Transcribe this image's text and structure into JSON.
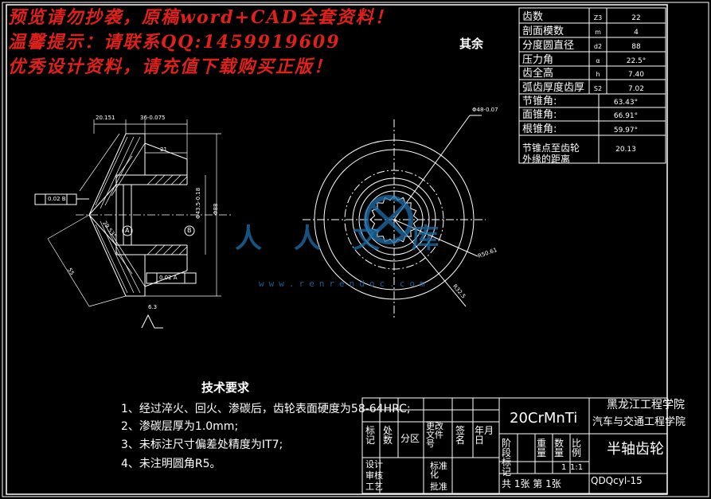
{
  "watermark": {
    "line1": "预览请勿抄袭，原稿word+CAD全套资料！",
    "line2": "温馨提示：请联系QQ:1459919609",
    "line3": "优秀设计资料，请充值下载购买正版！",
    "logo_text": "人人文库",
    "url": "www.renrendoc.com"
  },
  "surface_note": "其余",
  "params_table": [
    {
      "name": "齿数",
      "symbol": "Z3",
      "value": "22"
    },
    {
      "name": "剖面模数",
      "symbol": "m",
      "value": "4"
    },
    {
      "name": "分度圆直径",
      "symbol": "d2",
      "value": "88"
    },
    {
      "name": "压力角",
      "symbol": "α",
      "value": "22.5°"
    },
    {
      "name": "齿全高",
      "symbol": "h",
      "value": "7.40"
    },
    {
      "name": "弧齿厚度齿厚",
      "symbol": "S2",
      "value": "7.02"
    },
    {
      "name": "节锥角:",
      "symbol": "",
      "value": "63.43°"
    },
    {
      "name": "面锥角:",
      "symbol": "",
      "value": "66.91°"
    },
    {
      "name": "根锥角:",
      "symbol": "",
      "value": "59.97°"
    },
    {
      "name": "节锥点至齿轮外缘的距离",
      "symbol": "",
      "value": "20.13"
    }
  ],
  "dimensions": {
    "d1": "20.151",
    "d2": "36-0.075",
    "d3": "21",
    "d4": "Φ43.5-0.18",
    "d5": "Φ88",
    "d6": "Φ48-0.07",
    "d7": "R50.61",
    "d8": "R32.5",
    "tol1": "0.02 B",
    "tol2": "0.02 A",
    "datum_a": "A",
    "datum_b": "B",
    "angle": "29.53°",
    "len": "55",
    "rough": "6.3"
  },
  "tech_requirements": {
    "title": "技术要求",
    "items": [
      "1、经过淬火、回火、渗碳后，齿轮表面硬度为58-64HRC;",
      "2、渗碳层厚为1.0mm;",
      "3、未标注尺寸偏差处精度为IT7;",
      "4、未注明圆角R5。"
    ]
  },
  "title_block": {
    "material": "20CrMnTi",
    "school": "黑龙江工程学院",
    "dept": "汽车与交通工程学院",
    "part_name": "半轴齿轮",
    "drawing_no": "QDQcyl-15",
    "sheets": "共 1张 第 1张",
    "scale": "1:1",
    "count": "1",
    "h_biaoji": "标记",
    "h_chushu": "处数",
    "h_fenqu": "分区",
    "h_gengai": "更改文件号",
    "h_qianming": "签名",
    "h_nianyueri": "年月日",
    "h_sheji": "设计",
    "h_shenhe": "审核",
    "h_gongyi": "工艺",
    "h_biaozhunhua": "标准化",
    "h_pizhun": "批准",
    "h_jieduan": "阶段标记",
    "h_zhongliang": "重量",
    "h_shuliang": "数量",
    "h_bili": "比例"
  },
  "colors": {
    "line": "#ffffff",
    "cyan": "#00e0ff",
    "watermark_red": "#e0201b",
    "logo_blue": "#1e6fa8",
    "background": "#000000"
  }
}
